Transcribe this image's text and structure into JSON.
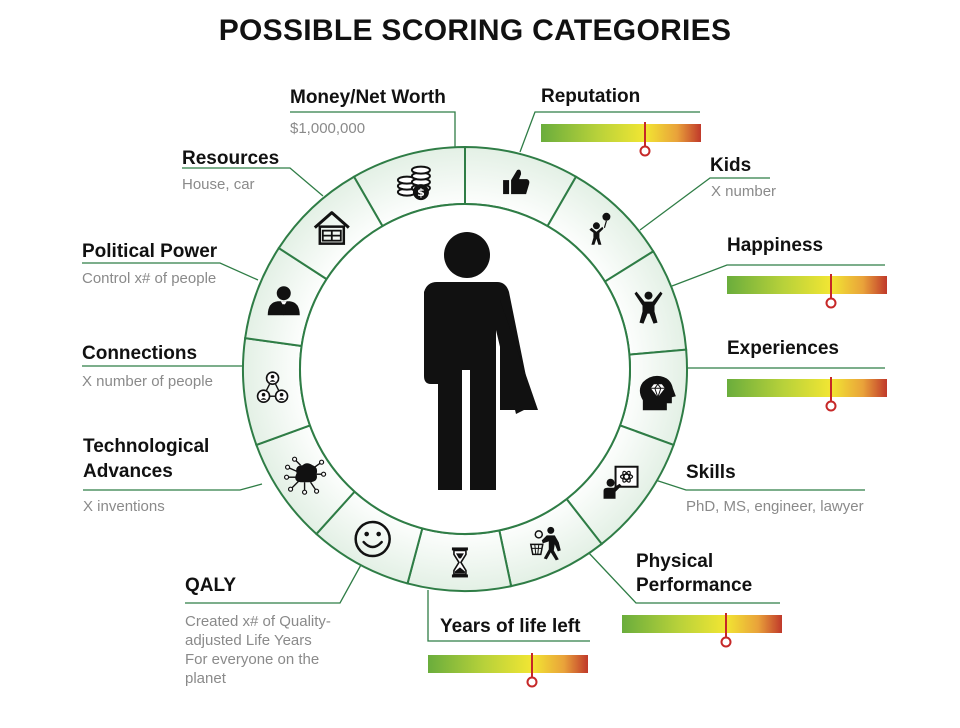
{
  "title": "POSSIBLE SCORING CATEGORIES",
  "colors": {
    "ring": "#2f7d46",
    "segment_fill_inner": "#ffffff",
    "segment_fill_outer": "#e3f0e5",
    "gauge_low": "#6aad3c",
    "gauge_mid": "#f2e633",
    "gauge_high": "#c0392b",
    "marker": "#c62828",
    "icon": "#111111",
    "connector": "#2f7d46"
  },
  "center_icon": "person-half-dress-icon",
  "categories": [
    {
      "id": "money",
      "label": "Money/Net Worth",
      "sub": "$1,000,000",
      "icon": "coins-icon"
    },
    {
      "id": "reputation",
      "label": "Reputation",
      "icon": "thumbs-up-icon",
      "gauge": 0.65
    },
    {
      "id": "kids",
      "label": "Kids",
      "sub": "X number",
      "icon": "child-balloon-icon"
    },
    {
      "id": "happiness",
      "label": "Happiness",
      "icon": "jumping-person-icon",
      "gauge": 0.65
    },
    {
      "id": "experiences",
      "label": "Experiences",
      "icon": "head-diamond-icon",
      "gauge": 0.65
    },
    {
      "id": "skills",
      "label": "Skills",
      "sub": "PhD, MS, engineer, lawyer",
      "icon": "teacher-board-icon"
    },
    {
      "id": "physical",
      "label": "Physical",
      "label2": "Performance",
      "icon": "basketball-player-icon",
      "gauge": 0.65
    },
    {
      "id": "years",
      "label": "Years of life left",
      "icon": "hourglass-icon",
      "gauge": 0.65
    },
    {
      "id": "qaly",
      "label": "QALY",
      "sub_lines": [
        "Created x# of Quality-",
        "adjusted Life Years",
        "For everyone on the",
        "planet"
      ],
      "icon": "smiley-icon"
    },
    {
      "id": "tech",
      "label": "Technological",
      "label2": "Advances",
      "sub": "X inventions",
      "icon": "circuit-brain-icon"
    },
    {
      "id": "connections",
      "label": "Connections",
      "sub": "X number of people",
      "icon": "network-people-icon"
    },
    {
      "id": "political",
      "label": "Political Power",
      "sub": "Control x# of people",
      "icon": "leader-person-icon"
    },
    {
      "id": "resources",
      "label": "Resources",
      "sub": "House, car",
      "icon": "house-icon"
    }
  ]
}
